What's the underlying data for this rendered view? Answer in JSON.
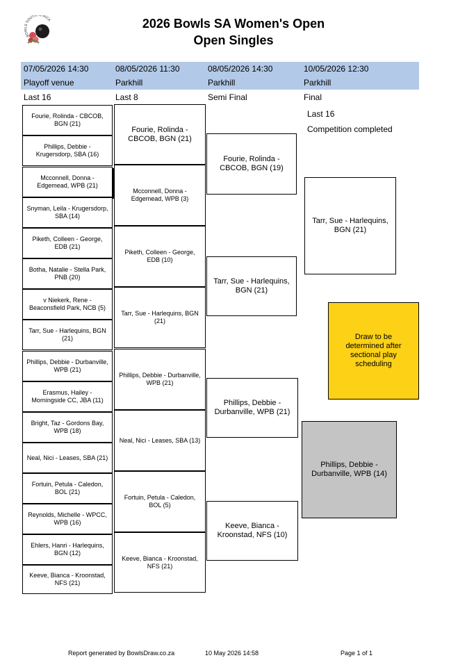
{
  "title": {
    "line1": "2026 Bowls SA Women's Open",
    "line2": "Open Singles"
  },
  "logo": {
    "icon": "bowls-south-africa-logo",
    "text": "BOWLS SOUTH AFRICA"
  },
  "columns": [
    {
      "date": "07/05/2026 14:30",
      "venue": "Playoff venue",
      "round": "Last 16"
    },
    {
      "date": "08/05/2026 11:30",
      "venue": "Parkhill",
      "round": "Last 8"
    },
    {
      "date": "08/05/2026 14:30",
      "venue": "Parkhill",
      "round": "Semi Final"
    },
    {
      "date": "10/05/2026 12:30",
      "venue": "Parkhill",
      "round": "Final"
    }
  ],
  "final_info": {
    "line1": "Last 16",
    "line2": "Competition completed"
  },
  "last16": [
    "Fourie, Rolinda - CBCOB, BGN (21)",
    "Phillips, Debbie - Krugersdorp, SBA (16)",
    "Mcconnell, Donna - Edgemead, WPB (21)",
    "Snyman, Leila - Krugersdorp, SBA (14)",
    "Piketh, Colleen - George, EDB (21)",
    "Botha, Natalie - Stella Park, PNB (20)",
    "v Niekerk, Rene - Beaconsfield Park, NCB (5)",
    "Tarr, Sue - Harlequins, BGN (21)",
    "Phillips, Debbie - Durbanville, WPB (21)",
    "Erasmus, Hailey - Morningside CC, JBA (11)",
    "Bright, Taz - Gordons Bay, WPB (18)",
    "Neal, Nici - Leases, SBA (21)",
    "Fortuin, Petula - Caledon, BOL (21)",
    "Reynolds, Michelle - WPCC, WPB (16)",
    "Ehlers, Hanri - Harlequins, BGN (12)",
    "Keeve, Bianca - Kroonstad, NFS (21)"
  ],
  "last8": [
    "Fourie, Rolinda - CBCOB, BGN (21)",
    "Mcconnell, Donna - Edgemead, WPB (3)",
    "Piketh, Colleen - George, EDB (10)",
    "Tarr, Sue - Harlequins, BGN (21)",
    "Phillips, Debbie - Durbanville, WPB (21)",
    "Neal, Nici - Leases, SBA (13)",
    "Fortuin, Petula - Caledon, BOL (5)",
    "Keeve, Bianca - Kroonstad, NFS (21)"
  ],
  "semi": [
    "Fourie, Rolinda - CBCOB, BGN (19)",
    "Tarr, Sue - Harlequins, BGN (21)",
    "Phillips, Debbie - Durbanville, WPB (21)",
    "Keeve, Bianca - Kroonstad, NFS (10)"
  ],
  "final": [
    "Tarr, Sue - Harlequins, BGN (21)",
    "Phillips, Debbie - Durbanville, WPB (14)"
  ],
  "draw_note": "Draw to be determined after sectional play scheduling",
  "colors": {
    "header_band": "#b3c9e8",
    "draw_box": "#fcd116",
    "runner_up_box": "#c4c4c4"
  },
  "footer": {
    "generated": "Report generated by BowlsDraw.co.za",
    "timestamp": "10 May 2026 14:58",
    "page": "Page 1 of 1"
  }
}
